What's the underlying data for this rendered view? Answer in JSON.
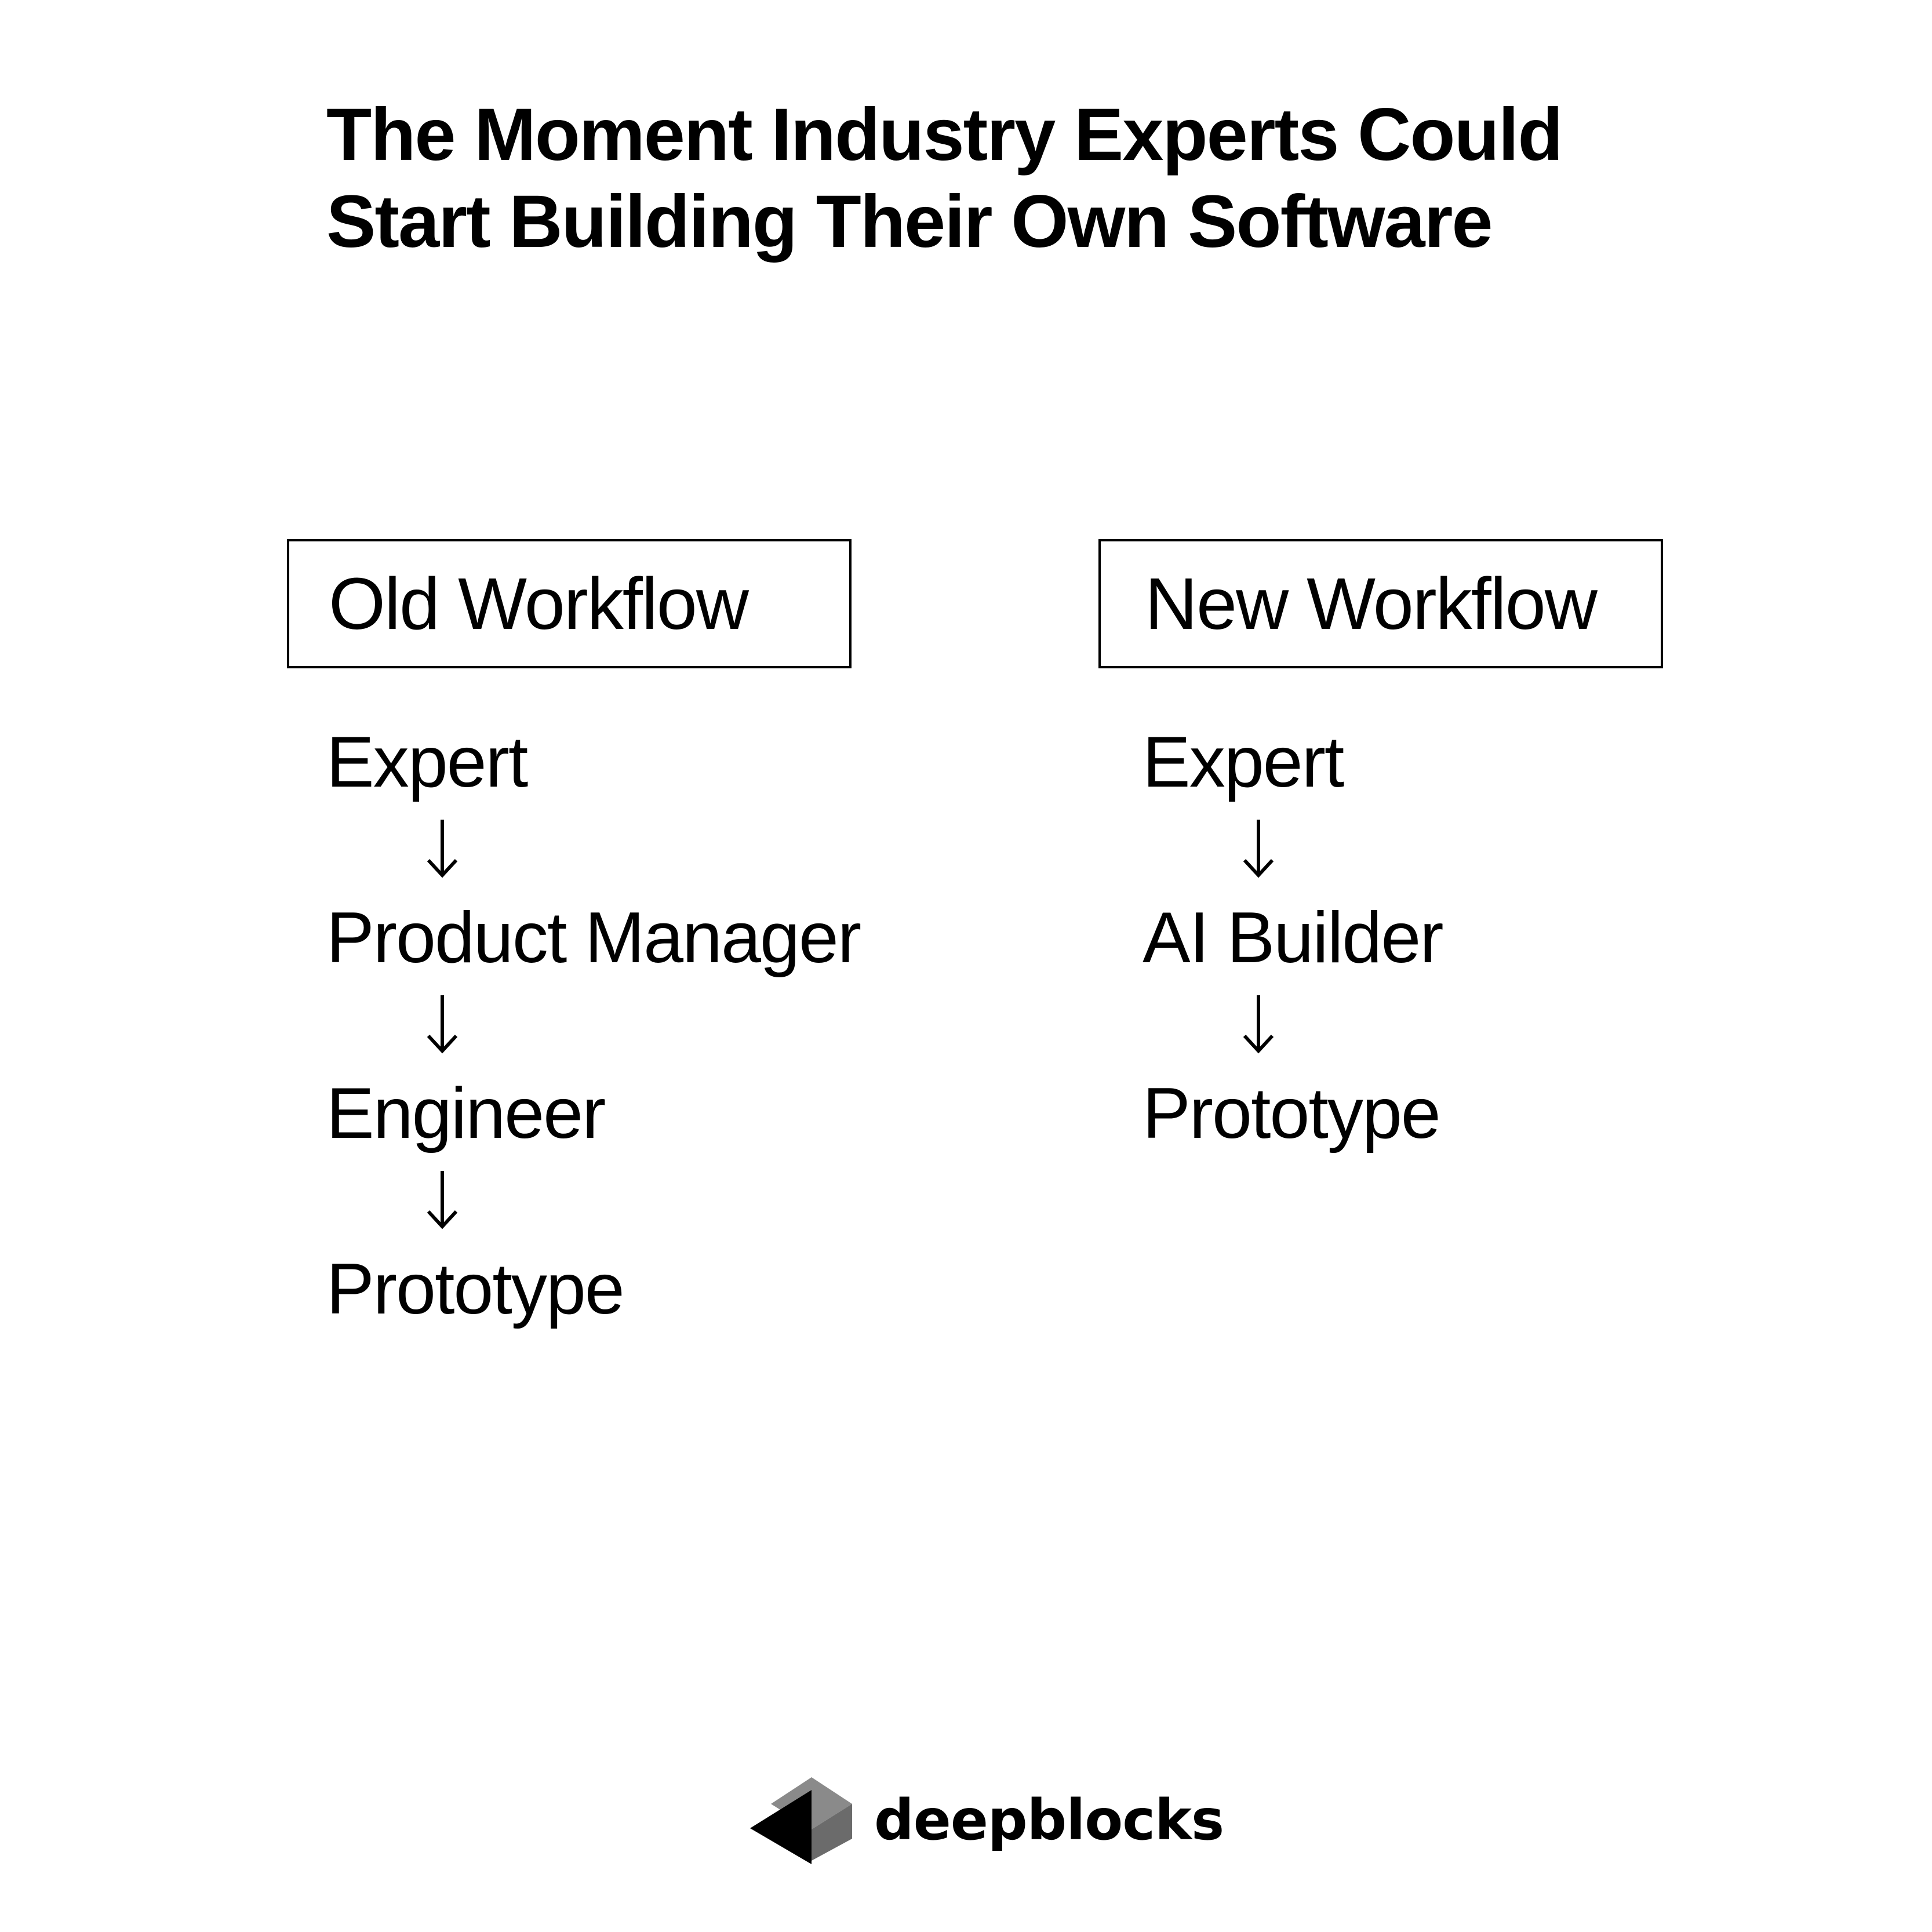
{
  "title": {
    "line1": "The Moment Industry Experts Could",
    "line2": "Start Building Their Own Software"
  },
  "old_workflow": {
    "header": "Old Workflow",
    "steps": [
      "Expert",
      "Product Manager",
      "Engineer",
      "Prototype"
    ]
  },
  "new_workflow": {
    "header": "New Workflow",
    "steps": [
      "Expert",
      "AI Builder",
      "Prototype"
    ]
  },
  "brand": {
    "name": "deepblocks",
    "logo_icon": "deepblocks-logo-icon"
  },
  "colors": {
    "text": "#000000",
    "background": "#ffffff",
    "logo_light": "#8a8a8a",
    "logo_mid": "#6b6b6b"
  }
}
